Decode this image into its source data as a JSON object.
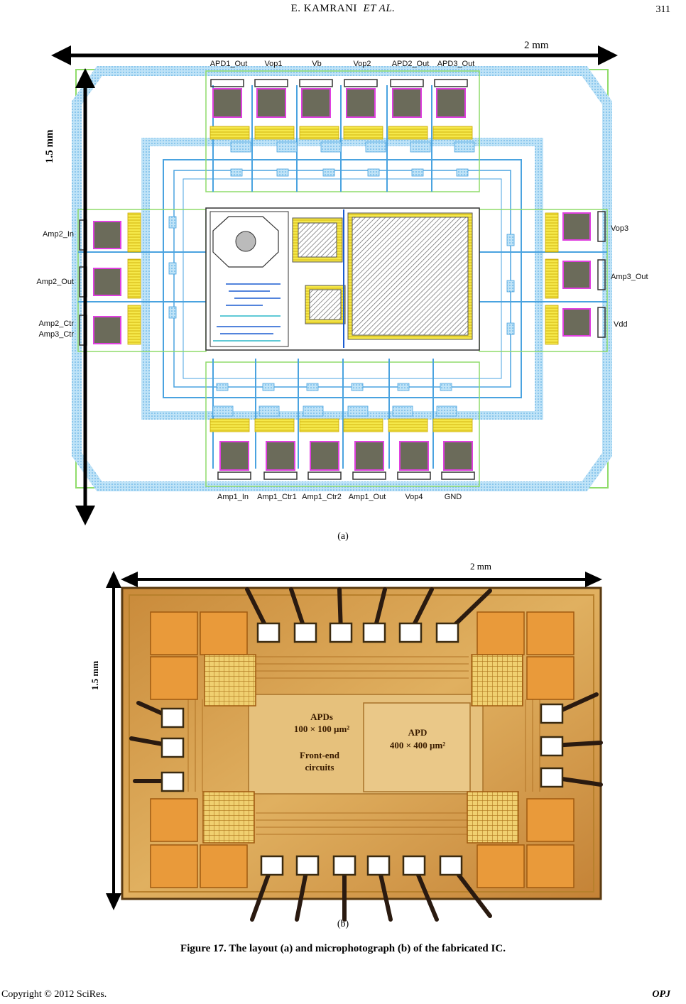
{
  "header": {
    "authors_prefix": "E. KAMRANI",
    "authors_etal": "ET AL.",
    "page_number": "311"
  },
  "figure_a": {
    "width_label": "2 mm",
    "height_label": "1.5 mm",
    "pins_top": [
      "APD1_Out",
      "Vop1",
      "Vb",
      "Vop2",
      "APD2_Out",
      "APD3_Out"
    ],
    "pins_left": [
      "Amp2_In",
      "Amp2_Out",
      "Amp2_Ctr",
      "Amp3_Ctr"
    ],
    "pins_right": [
      "Vop3",
      "Amp3_Out",
      "Vdd"
    ],
    "pins_bottom": [
      "Amp1_In",
      "Amp1_Ctr1",
      "Amp1_Ctr2",
      "Amp1_Out",
      "Vop4",
      "GND"
    ],
    "sublabel": "(a)",
    "colors": {
      "layout_blue": "#4aa3e0",
      "pad_gray": "#6b6b5a",
      "metal_yellow": "#f5e84a",
      "border_green": "#8fdc6a"
    }
  },
  "figure_b": {
    "width_label": "2 mm",
    "height_label": "1.5 mm",
    "apds_label": "APDs",
    "apds_size": "100 × 100 µm²",
    "frontend_line1": "Front-end",
    "frontend_line2": "circuits",
    "apd_label": "APD",
    "apd_size": "400 × 400 µm²",
    "sublabel": "(b)",
    "colors": {
      "die_gold": "#d9a14a",
      "pad_orange": "#e99a3a",
      "wire": "#2a1a10"
    }
  },
  "caption": "Figure 17. The layout (a) and microphotograph (b) of the fabricated IC.",
  "footer": {
    "copyright": "Copyright © 2012 SciRes.",
    "journal": "OPJ"
  }
}
